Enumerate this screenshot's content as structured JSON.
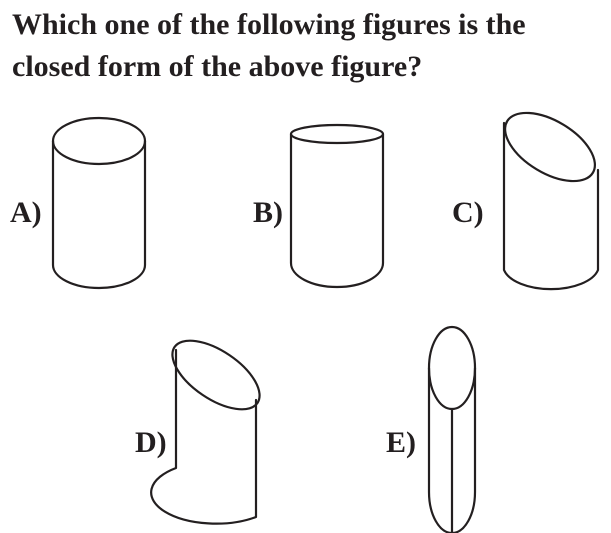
{
  "question": {
    "line1": "Which one of the following figures is the",
    "line2": "closed form of the above figure?"
  },
  "options": [
    {
      "letter": "A)",
      "shape": "cylinder-tilted-top"
    },
    {
      "letter": "B)",
      "shape": "cylinder-flat-top"
    },
    {
      "letter": "C)",
      "shape": "cylinder-slanted-cut-top"
    },
    {
      "letter": "D)",
      "shape": "cylinder-slanted-cut-top-and-bottom"
    },
    {
      "letter": "E)",
      "shape": "narrow-cylinder-with-seam"
    }
  ]
}
